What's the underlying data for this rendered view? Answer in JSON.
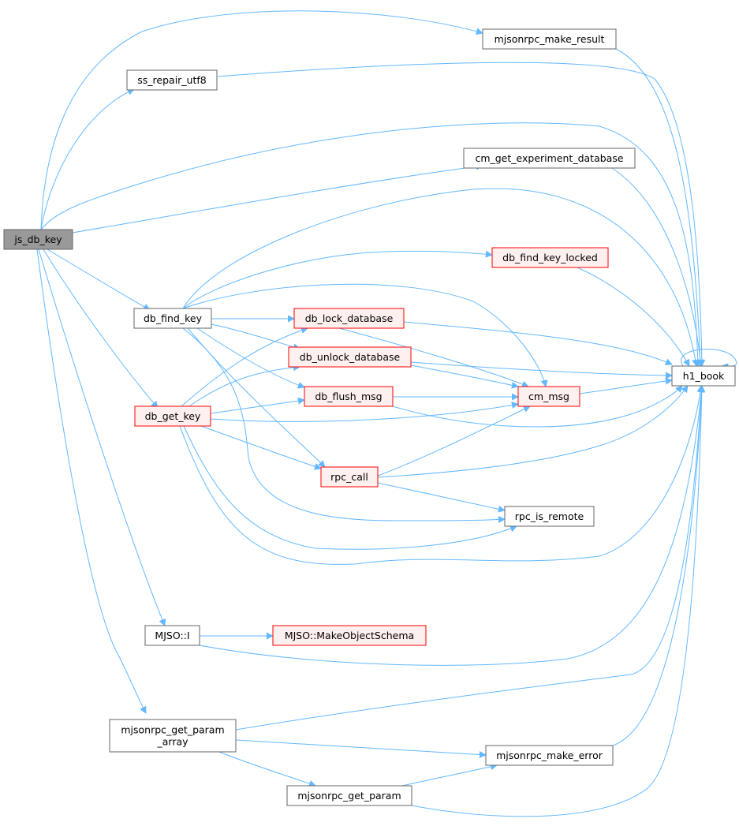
{
  "colors": {
    "edge": "#63b8ff",
    "node_border": "#666666",
    "node_fill": "#ffffff",
    "root_fill": "#999999",
    "root_border": "#666666",
    "truncated_border": "#ff0000",
    "truncated_fill": "#fff0f0"
  },
  "nodes": {
    "js_db_key": {
      "label": "js_db_key",
      "style": "root"
    },
    "mjsonrpc_make_result": {
      "label": "mjsonrpc_make_result",
      "style": "normal"
    },
    "ss_repair_utf8": {
      "label": "ss_repair_utf8",
      "style": "normal"
    },
    "cm_get_experiment_database": {
      "label": "cm_get_experiment_database",
      "style": "normal"
    },
    "db_find_key_locked": {
      "label": "db_find_key_locked",
      "style": "truncated"
    },
    "db_find_key": {
      "label": "db_find_key",
      "style": "normal"
    },
    "db_lock_database": {
      "label": "db_lock_database",
      "style": "truncated"
    },
    "db_unlock_database": {
      "label": "db_unlock_database",
      "style": "truncated"
    },
    "h1_book": {
      "label": "h1_book",
      "style": "normal"
    },
    "db_flush_msg": {
      "label": "db_flush_msg",
      "style": "truncated"
    },
    "cm_msg": {
      "label": "cm_msg",
      "style": "truncated"
    },
    "db_get_key": {
      "label": "db_get_key",
      "style": "truncated"
    },
    "rpc_call": {
      "label": "rpc_call",
      "style": "truncated"
    },
    "rpc_is_remote": {
      "label": "rpc_is_remote",
      "style": "normal"
    },
    "MJSO_I": {
      "label": "MJSO::I",
      "style": "normal"
    },
    "MJSO_MakeObjectSchema": {
      "label": "MJSO::MakeObjectSchema",
      "style": "truncated"
    },
    "mjsonrpc_get_param_array": {
      "label": "mjsonrpc_get_param\n_array",
      "style": "normal"
    },
    "mjsonrpc_make_error": {
      "label": "mjsonrpc_make_error",
      "style": "normal"
    },
    "mjsonrpc_get_param": {
      "label": "mjsonrpc_get_param",
      "style": "normal"
    }
  },
  "edges": [
    [
      "js_db_key",
      "mjsonrpc_make_result"
    ],
    [
      "js_db_key",
      "ss_repair_utf8"
    ],
    [
      "js_db_key",
      "h1_book"
    ],
    [
      "js_db_key",
      "cm_get_experiment_database"
    ],
    [
      "js_db_key",
      "db_find_key"
    ],
    [
      "js_db_key",
      "db_get_key"
    ],
    [
      "js_db_key",
      "MJSO_I"
    ],
    [
      "js_db_key",
      "mjsonrpc_get_param_array"
    ],
    [
      "mjsonrpc_make_result",
      "h1_book"
    ],
    [
      "ss_repair_utf8",
      "h1_book"
    ],
    [
      "cm_get_experiment_database",
      "h1_book"
    ],
    [
      "db_find_key_locked",
      "h1_book"
    ],
    [
      "db_find_key",
      "h1_book"
    ],
    [
      "db_find_key",
      "db_find_key_locked"
    ],
    [
      "db_find_key",
      "cm_msg"
    ],
    [
      "db_find_key",
      "db_lock_database"
    ],
    [
      "db_find_key",
      "db_unlock_database"
    ],
    [
      "db_find_key",
      "db_flush_msg"
    ],
    [
      "db_find_key",
      "rpc_call"
    ],
    [
      "db_find_key",
      "rpc_is_remote"
    ],
    [
      "db_lock_database",
      "h1_book"
    ],
    [
      "db_lock_database",
      "cm_msg"
    ],
    [
      "db_unlock_database",
      "h1_book"
    ],
    [
      "db_unlock_database",
      "cm_msg"
    ],
    [
      "db_flush_msg",
      "cm_msg"
    ],
    [
      "db_flush_msg",
      "h1_book"
    ],
    [
      "cm_msg",
      "h1_book"
    ],
    [
      "h1_book",
      "h1_book"
    ],
    [
      "db_get_key",
      "db_lock_database"
    ],
    [
      "db_get_key",
      "db_unlock_database"
    ],
    [
      "db_get_key",
      "db_flush_msg"
    ],
    [
      "db_get_key",
      "cm_msg"
    ],
    [
      "db_get_key",
      "rpc_call"
    ],
    [
      "db_get_key",
      "rpc_is_remote"
    ],
    [
      "db_get_key",
      "h1_book"
    ],
    [
      "rpc_call",
      "cm_msg"
    ],
    [
      "rpc_call",
      "h1_book"
    ],
    [
      "rpc_call",
      "rpc_is_remote"
    ],
    [
      "MJSO_I",
      "MJSO_MakeObjectSchema"
    ],
    [
      "MJSO_I",
      "h1_book"
    ],
    [
      "mjsonrpc_get_param_array",
      "h1_book"
    ],
    [
      "mjsonrpc_get_param_array",
      "mjsonrpc_make_error"
    ],
    [
      "mjsonrpc_get_param_array",
      "mjsonrpc_get_param"
    ],
    [
      "mjsonrpc_make_error",
      "h1_book"
    ],
    [
      "mjsonrpc_get_param",
      "mjsonrpc_make_error"
    ],
    [
      "mjsonrpc_get_param",
      "h1_book"
    ]
  ]
}
